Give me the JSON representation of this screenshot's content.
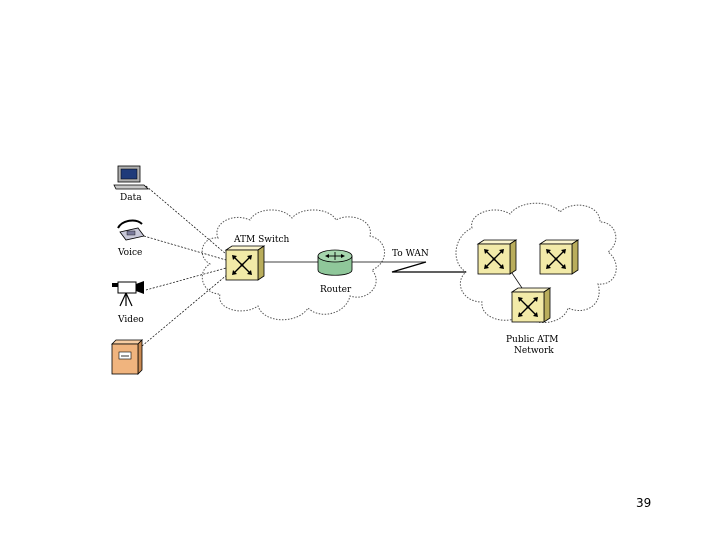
{
  "diagram": {
    "labels": {
      "data": "Data",
      "voice": "Voice",
      "video": "Video",
      "atm_switch": "ATM Switch",
      "router": "Router",
      "to_wan": "To WAN",
      "public_atm_line1": "Public ATM",
      "public_atm_line2": "Network"
    }
  },
  "page": {
    "number": "39"
  },
  "colors": {
    "switch_face": "#f2eaa8",
    "switch_top": "#fbf5cf",
    "switch_side": "#b9ad5c",
    "router": "#a6d6ae",
    "server": "#f0b47e",
    "line": "#000000"
  }
}
